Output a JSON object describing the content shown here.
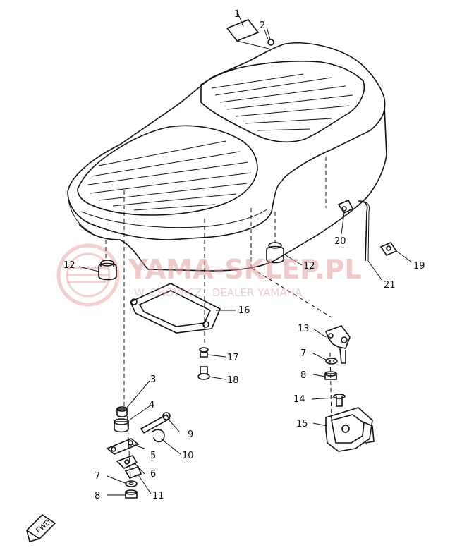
{
  "watermark": {
    "brand": "YAMA-SKLEP.PL",
    "subtitle": "W..CHOWICZ | DEALER YAMAHA"
  },
  "fwd_label": "FWD",
  "callouts": [
    {
      "id": "c1",
      "text": "1"
    },
    {
      "id": "c2",
      "text": "2"
    },
    {
      "id": "c3",
      "text": "3"
    },
    {
      "id": "c4",
      "text": "4"
    },
    {
      "id": "c5",
      "text": "5"
    },
    {
      "id": "c6",
      "text": "6"
    },
    {
      "id": "c7a",
      "text": "7"
    },
    {
      "id": "c7b",
      "text": "7"
    },
    {
      "id": "c8a",
      "text": "8"
    },
    {
      "id": "c8b",
      "text": "8"
    },
    {
      "id": "c9",
      "text": "9"
    },
    {
      "id": "c10",
      "text": "10"
    },
    {
      "id": "c11",
      "text": "11"
    },
    {
      "id": "c12a",
      "text": "12"
    },
    {
      "id": "c12b",
      "text": "12"
    },
    {
      "id": "c13",
      "text": "13"
    },
    {
      "id": "c14",
      "text": "14"
    },
    {
      "id": "c15",
      "text": "15"
    },
    {
      "id": "c16",
      "text": "16"
    },
    {
      "id": "c17",
      "text": "17"
    },
    {
      "id": "c18",
      "text": "18"
    },
    {
      "id": "c19",
      "text": "19"
    },
    {
      "id": "c20",
      "text": "20"
    },
    {
      "id": "c21",
      "text": "21"
    }
  ]
}
